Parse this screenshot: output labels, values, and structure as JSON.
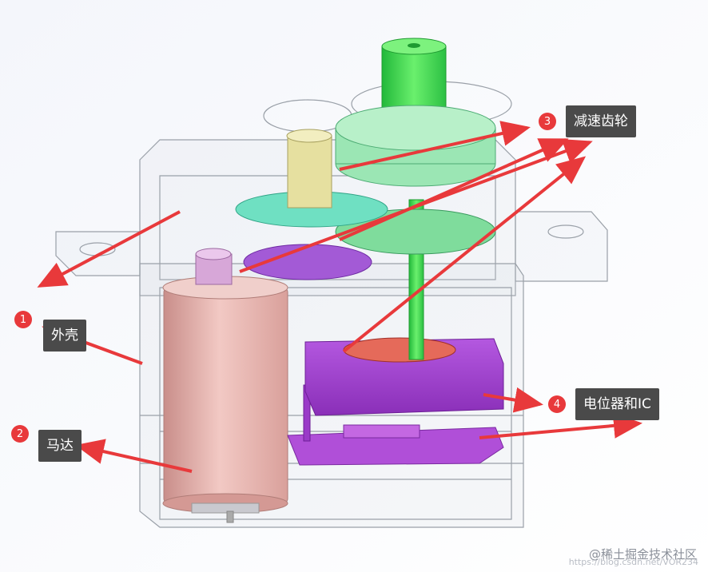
{
  "callouts": [
    {
      "number": "1",
      "label": "外壳"
    },
    {
      "number": "2",
      "label": "马达"
    },
    {
      "number": "3",
      "label": "减速齿轮"
    },
    {
      "number": "4",
      "label": "电位器和IC"
    }
  ],
  "watermark": "@稀土掘金技术社区",
  "watermark_faint": "https://blog.csdn.net/VOR234",
  "colors": {
    "accent_red": "#e8393b",
    "label_bg": "#4a4a4a",
    "output_shaft": "#3fd84a",
    "gear_light_green": "#9be6b4",
    "gear_teal": "#6fe0c2",
    "gear_purple": "#a35ad6",
    "gear_pink": "#d7a7d8",
    "pinion_yellow": "#e6e0a0",
    "motor_pink": "#e8b5b0",
    "potentiometer_purple": "#a33ec9"
  }
}
